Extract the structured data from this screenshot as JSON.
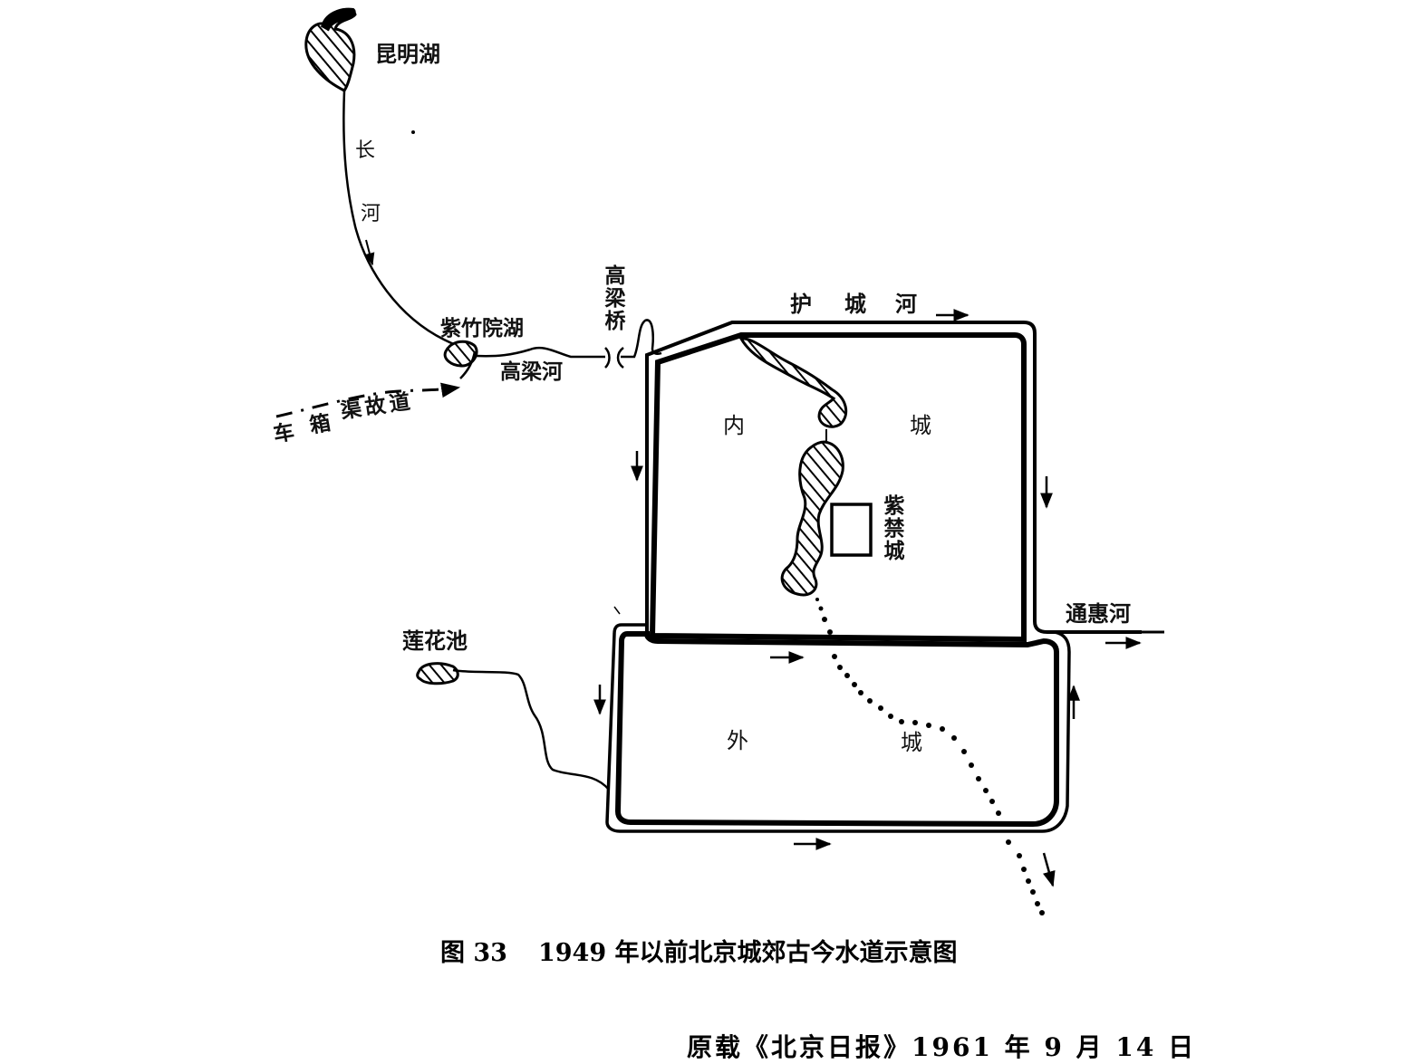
{
  "labels": {
    "kunming_lake": "昆明湖",
    "chang_he_1": "长",
    "chang_he_2": "河",
    "zizhuyuan_lake": "紫竹院湖",
    "gaoliang_river": "高梁河",
    "gaoliang_bridge": "高梁桥",
    "chexiang_canal": [
      "车",
      "箱",
      "渠故道"
    ],
    "moat": [
      "护",
      "城",
      "河"
    ],
    "inner_city": [
      "内",
      "城"
    ],
    "forbidden_city": "紫禁城",
    "outer_city": [
      "外",
      "城"
    ],
    "lianhua_pond": "莲花池",
    "tonghui_river": "通惠河"
  },
  "caption": {
    "figure_number": "图 33",
    "title": "1949 年以前北京城郊古今水道示意图"
  },
  "source": "原载《北京日报》1961 年 9 月 14 日",
  "colors": {
    "ink": "#000000",
    "paper": "#ffffff"
  }
}
